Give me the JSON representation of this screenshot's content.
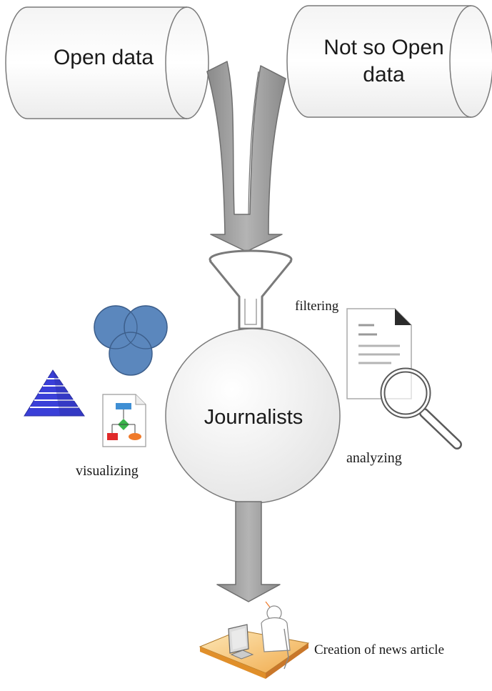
{
  "sources": {
    "open_data": "Open data",
    "not_so_open_line1": "Not so Open",
    "not_so_open_line2": "data"
  },
  "center": {
    "journalists": "Journalists"
  },
  "steps": {
    "filtering": "filtering",
    "analyzing": "analyzing",
    "visualizing": "visualizing",
    "creation": "Creation of news article"
  },
  "colors": {
    "arrow_fill": "#9a9a9a",
    "shape_stroke": "#7a7a7a",
    "venn_blue": "#5b87bd",
    "pyramid_blue": "#3a3fd8",
    "desk_orange": "#f0a94a"
  },
  "icons": [
    "funnel-icon",
    "venn-diagram-icon",
    "pyramid-icon",
    "flowchart-document-icon",
    "document-icon",
    "magnifier-icon",
    "journalist-at-desk-icon"
  ]
}
